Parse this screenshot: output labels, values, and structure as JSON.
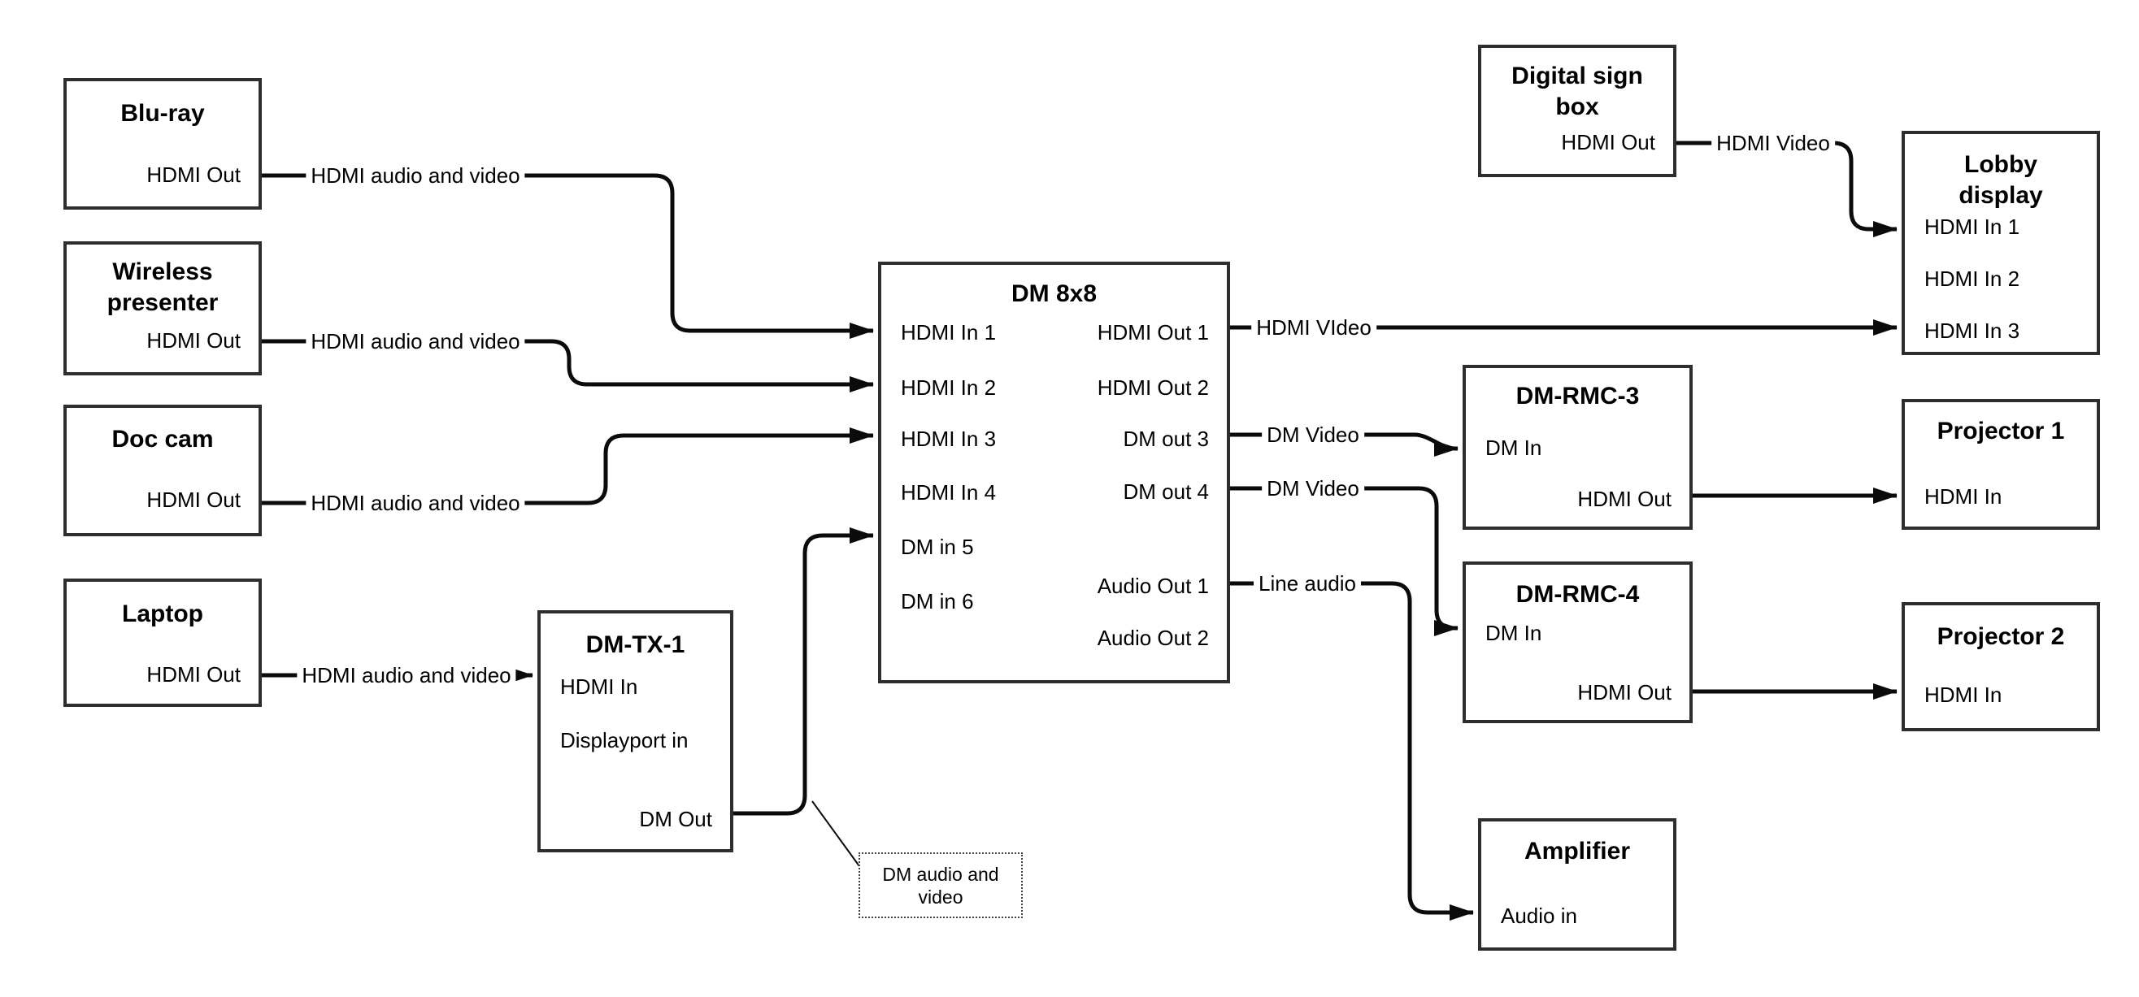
{
  "colors": {
    "background": "#ffffff",
    "line": "#0b0b0b",
    "box_border": "#2e2e2e",
    "text": "#000000"
  },
  "diagram": {
    "boxes": [
      {
        "title_lines": [
          "Blu-ray"
        ],
        "ports": [
          "HDMI Out"
        ]
      },
      {
        "title_lines": [
          "Wireless",
          "presenter"
        ],
        "ports": [
          "HDMI Out"
        ]
      },
      {
        "title_lines": [
          "Doc cam"
        ],
        "ports": [
          "HDMI Out"
        ]
      },
      {
        "title_lines": [
          "Laptop"
        ],
        "ports": [
          "HDMI Out"
        ]
      },
      {
        "title_lines": [
          "DM-TX-1"
        ],
        "ports": [
          "HDMI In",
          "Displayport in",
          "DM Out"
        ]
      },
      {
        "title_lines": [
          "DM 8x8"
        ],
        "ports": [
          "HDMI In 1",
          "HDMI In 2",
          "HDMI In 3",
          "HDMI In 4",
          "DM in 5",
          "DM in 6",
          "HDMI Out 1",
          "HDMI Out 2",
          "DM out 3",
          "DM out 4",
          "Audio Out 1",
          "Audio Out 2"
        ]
      },
      {
        "title_lines": [
          "Digital sign",
          "box"
        ],
        "ports": [
          "HDMI Out"
        ]
      },
      {
        "title_lines": [
          "Lobby",
          "display"
        ],
        "ports": [
          "HDMI In 1",
          "HDMI In 2",
          "HDMI In 3"
        ]
      },
      {
        "title_lines": [
          "DM-RMC-3"
        ],
        "ports": [
          "DM In",
          "HDMI Out"
        ]
      },
      {
        "title_lines": [
          "Projector 1"
        ],
        "ports": [
          "HDMI In"
        ]
      },
      {
        "title_lines": [
          "DM-RMC-4"
        ],
        "ports": [
          "DM In",
          "HDMI Out"
        ]
      },
      {
        "title_lines": [
          "Projector 2"
        ],
        "ports": [
          "HDMI In"
        ]
      },
      {
        "title_lines": [
          "Amplifier"
        ],
        "ports": [
          "Audio in"
        ]
      }
    ],
    "edge_labels": [
      "HDMI audio and video",
      "HDMI audio and video",
      "HDMI audio and video",
      "HDMI audio and video",
      "HDMI VIdeo",
      "DM Video",
      "DM Video",
      "Line audio",
      "HDMI Video"
    ],
    "note_lines": [
      "DM audio and",
      "video"
    ]
  }
}
